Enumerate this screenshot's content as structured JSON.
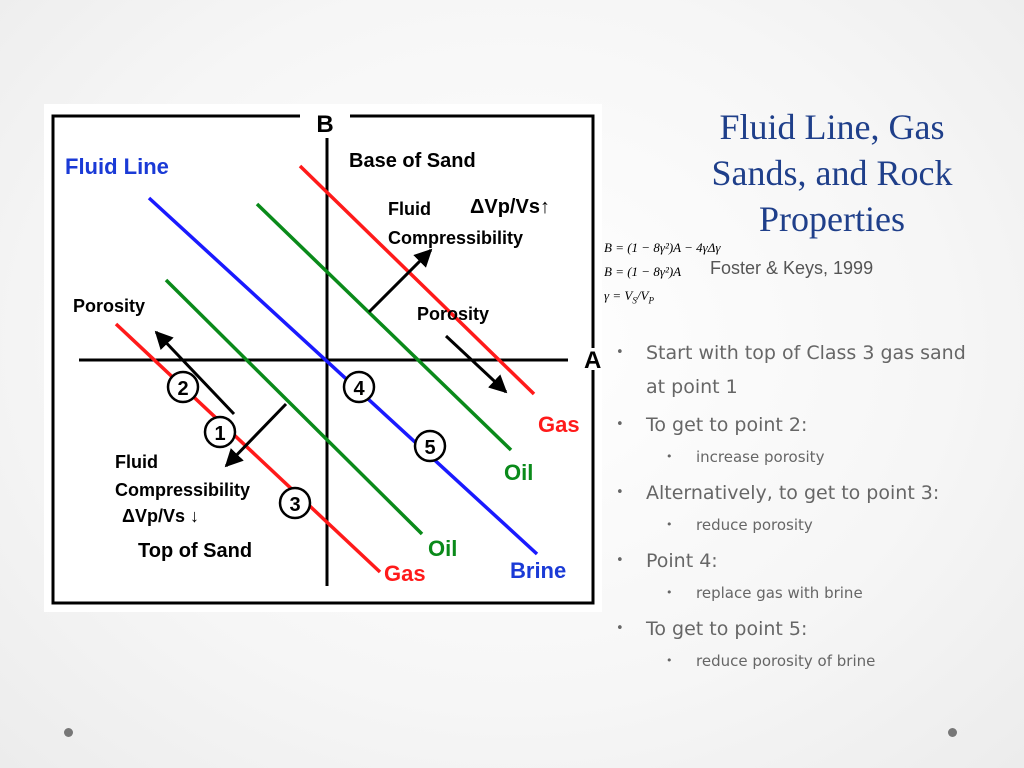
{
  "slide": {
    "title_lines": [
      "Fluid Line, Gas",
      "Sands, and Rock",
      "Properties"
    ],
    "citation": "Foster & Keys, 1999"
  },
  "equations": {
    "eq1": "B = (1 − 8γ²)A − 4γΔγ",
    "eq2": "B = (1 − 8γ²)A",
    "eq3_lhs": "γ =",
    "eq3_num": "V",
    "eq3_num_sub": "S",
    "eq3_den": "V",
    "eq3_den_sub": "P"
  },
  "diagram": {
    "axis_b": "B",
    "axis_a": "A",
    "fluid_line": "Fluid Line",
    "base_of_sand": "Base of Sand",
    "top_of_sand": "Top of Sand",
    "fluid_upper_1": "Fluid",
    "fluid_upper_2": "Compressibility",
    "dvpvs_up": "ΔVp/Vs↑",
    "porosity_left": "Porosity",
    "porosity_right": "Porosity",
    "fluid_lower_1": "Fluid",
    "fluid_lower_2": "Compressibility",
    "dvpvs_down": "ΔVp/Vs ↓",
    "gas_right": "Gas",
    "gas_bottom": "Gas",
    "oil_right": "Oil",
    "oil_bottom": "Oil",
    "brine": "Brine",
    "points": [
      "1",
      "2",
      "3",
      "4",
      "5"
    ],
    "colors": {
      "gas": "#ff1a1a",
      "oil": "#0a8a1a",
      "brine": "#1a1aff",
      "blue_text": "#1a3ad6"
    }
  },
  "bullets": [
    {
      "text": "Start with top of Class 3 gas sand",
      "cont": "at point 1"
    },
    {
      "text": "To get to point 2:",
      "sub": "increase porosity"
    },
    {
      "text": "Alternatively, to get to point 3:",
      "sub": "reduce porosity"
    },
    {
      "text": "Point 4:",
      "sub": "replace gas with brine"
    },
    {
      "text": "To get to point 5:",
      "sub": "reduce porosity of brine"
    }
  ]
}
